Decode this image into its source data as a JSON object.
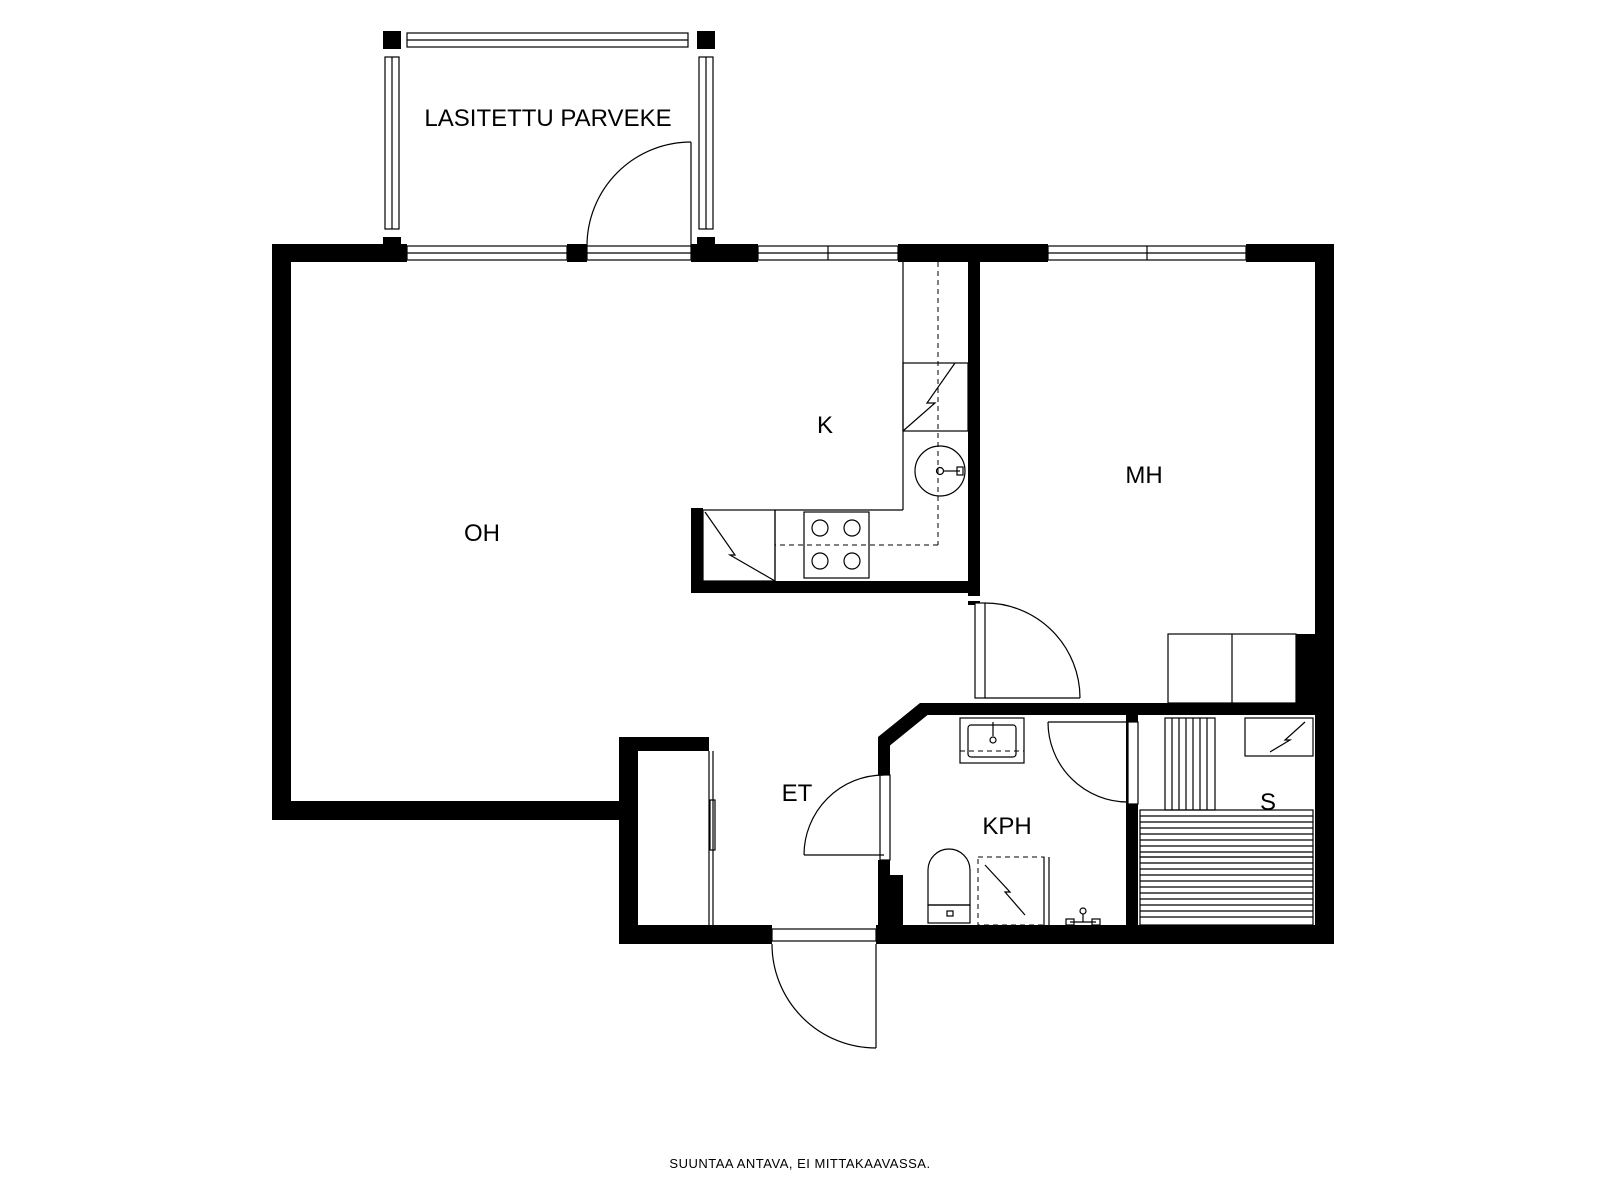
{
  "rooms": {
    "balcony": "LASITETTU PARVEKE",
    "living_room": "OH",
    "kitchen": "K",
    "bedroom": "MH",
    "entrance": "ET",
    "bathroom": "KPH",
    "sauna": "S"
  },
  "footer": "SUUNTAA ANTAVA, EI MITTAKAAVASSA."
}
